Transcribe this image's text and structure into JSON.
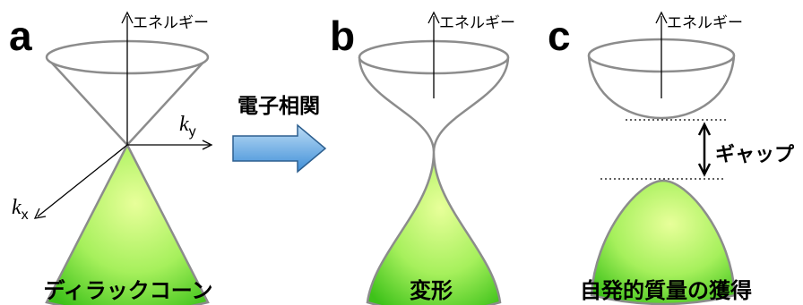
{
  "panels": {
    "a": {
      "letter": "a",
      "energy_label": "エネルギー",
      "caption": "ディラックコーン"
    },
    "b": {
      "letter": "b",
      "energy_label": "エネルギー",
      "caption": "変形"
    },
    "c": {
      "letter": "c",
      "energy_label": "エネルギー",
      "caption": "自発的質量の獲得"
    }
  },
  "axes": {
    "ky": {
      "main": "k",
      "sub": "y"
    },
    "kx": {
      "main": "k",
      "sub": "x"
    }
  },
  "transition_label": "電子相関",
  "gap_label": "ギャップ",
  "colors": {
    "cone_fill_light": "#e8ff9a",
    "cone_fill_mid": "#a6f05c",
    "cone_fill_dark": "#3ec21a",
    "outline": "#8c8c8c",
    "arrow_fill_light": "#bcdcf5",
    "arrow_fill_dark": "#3f8fd8",
    "arrow_stroke": "#2d5f8f"
  }
}
